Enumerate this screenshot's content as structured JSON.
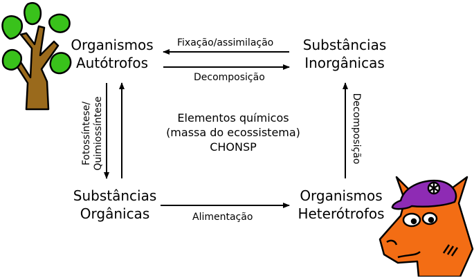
{
  "nodes": {
    "autotrophs": [
      "Organismos",
      "Autótrofos"
    ],
    "inorganic": [
      "Substâncias",
      "Inorgânicas"
    ],
    "organic": [
      "Substâncias",
      "Orgânicas"
    ],
    "heterotrophs": [
      "Organismos",
      "Heterótrofos"
    ]
  },
  "center": [
    "Elementos químicos",
    "(massa do ecossistema)",
    "CHONSP"
  ],
  "edges": {
    "fixation": "Fixação/assimilação",
    "decomposition_top": "Decomposição",
    "decomposition_right": "Decomposição",
    "feeding": "Alimentação",
    "photosynthesis": [
      "Fotossíntese/",
      "Quimiossíntese"
    ]
  },
  "colors": {
    "leaf": "#39c21b",
    "trunk": "#9a6a1c",
    "horse_face": "#f36d14",
    "cap": "#8e2bb4",
    "outline": "#000000"
  },
  "icons": {
    "plant": "tree-illustration",
    "horse": "horse-with-cap-illustration"
  }
}
